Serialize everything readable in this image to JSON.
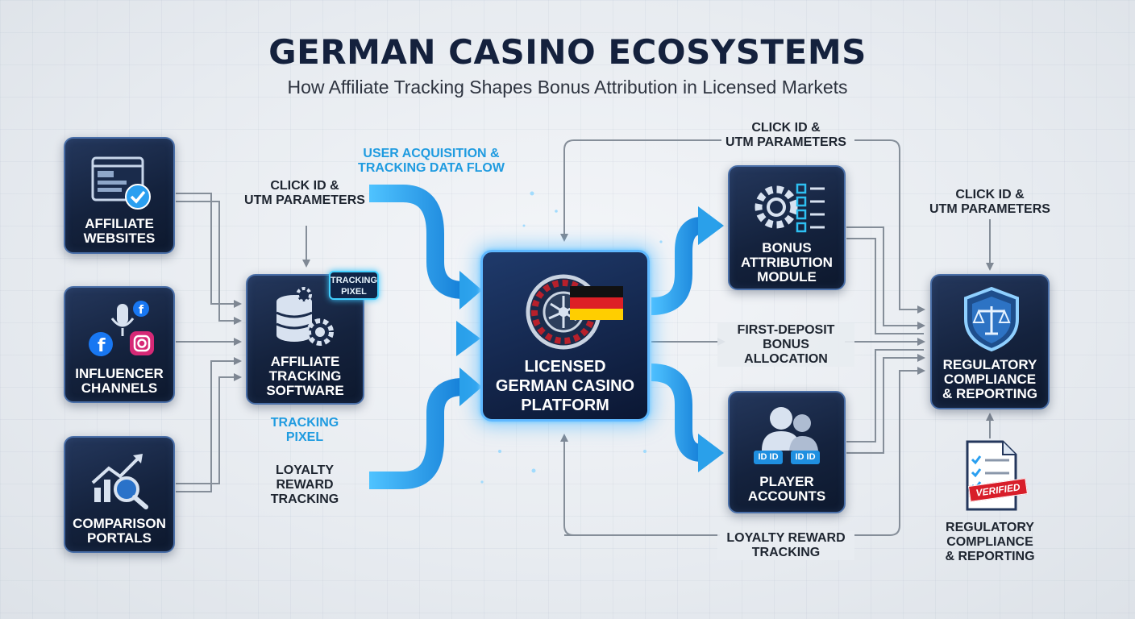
{
  "header": {
    "title": "GERMAN CASINO ECOSYSTEMS",
    "subtitle": "How Affiliate Tracking Shapes Bonus Attribution in Licensed Markets"
  },
  "sources": [
    {
      "label": "AFFILIATE\nWEBSITES",
      "icon": "webpage-check-icon"
    },
    {
      "label": "INFLUENCER\nCHANNELS",
      "icon": "social-media-icon"
    },
    {
      "label": "COMPARISON\nPORTALS",
      "icon": "chart-magnifier-icon"
    }
  ],
  "tracking_software": {
    "label": "AFFILIATE\nTRACKING\nSOFTWARE",
    "badge": "TRACKING\nPIXEL",
    "icon": "database-gear-icon"
  },
  "hub": {
    "label": "LICENSED\nGERMAN CASINO\nPLATFORM",
    "icon": "roulette-flag-icon"
  },
  "bonus_module": {
    "label": "BONUS\nATTRIBUTION\nMODULE",
    "icon": "gear-checklist-icon"
  },
  "player_accounts": {
    "label": "PLAYER\nACCOUNTS",
    "icon": "users-icon",
    "id_tags": [
      "ID ID",
      "ID ID"
    ]
  },
  "compliance": {
    "label": "REGULATORY\nCOMPLIANCE\n& REPORTING",
    "icon": "shield-scales-icon"
  },
  "annotations": {
    "user_acquisition": "USER ACQUISITION &\nTRACKING DATA FLOW",
    "click_left": "CLICK ID &\nUTM PARAMETERS",
    "tracking_pixel": "TRACKING\nPIXEL",
    "loyalty_left": "LOYALTY\nREWARD\nTRACKING",
    "click_top": "CLICK ID &\nUTM PARAMETERS",
    "click_right": "CLICK ID &\nUTM PARAMETERS",
    "first_deposit": "FIRST-DEPOSIT\nBONUS\nALLOCATION",
    "loyalty_bottom": "LOYALTY REWARD\nTRACKING",
    "compliance_doc": "REGULATORY\nCOMPLIANCE\n& REPORTING",
    "verified_stamp": "VERIFIED"
  },
  "colors": {
    "node_dark": "#14223d",
    "flow_blue": "#2aa6ec",
    "hub_glow": "#5fb8ff",
    "title": "#14213d"
  }
}
